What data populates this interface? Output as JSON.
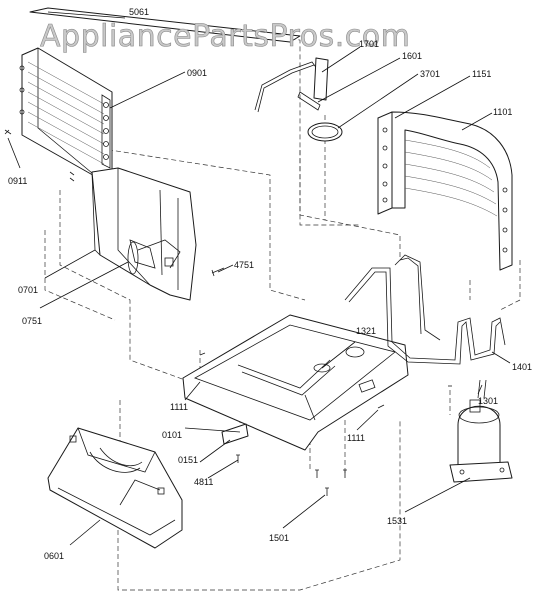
{
  "watermark": "AppliancePartsPros.com",
  "callouts": [
    {
      "label": "5061"
    },
    {
      "label": "0901"
    },
    {
      "label": "0911"
    },
    {
      "label": "0701"
    },
    {
      "label": "0751"
    },
    {
      "label": "4751"
    },
    {
      "label": "1701"
    },
    {
      "label": "1601"
    },
    {
      "label": "3701"
    },
    {
      "label": "1151"
    },
    {
      "label": "1101"
    },
    {
      "label": "1321"
    },
    {
      "label": "1401"
    },
    {
      "label": "1301"
    },
    {
      "label": "1111"
    },
    {
      "label": "0101"
    },
    {
      "label": "1111"
    },
    {
      "label": "0151"
    },
    {
      "label": "4811"
    },
    {
      "label": "1501"
    },
    {
      "label": "1531"
    },
    {
      "label": "0601"
    }
  ]
}
